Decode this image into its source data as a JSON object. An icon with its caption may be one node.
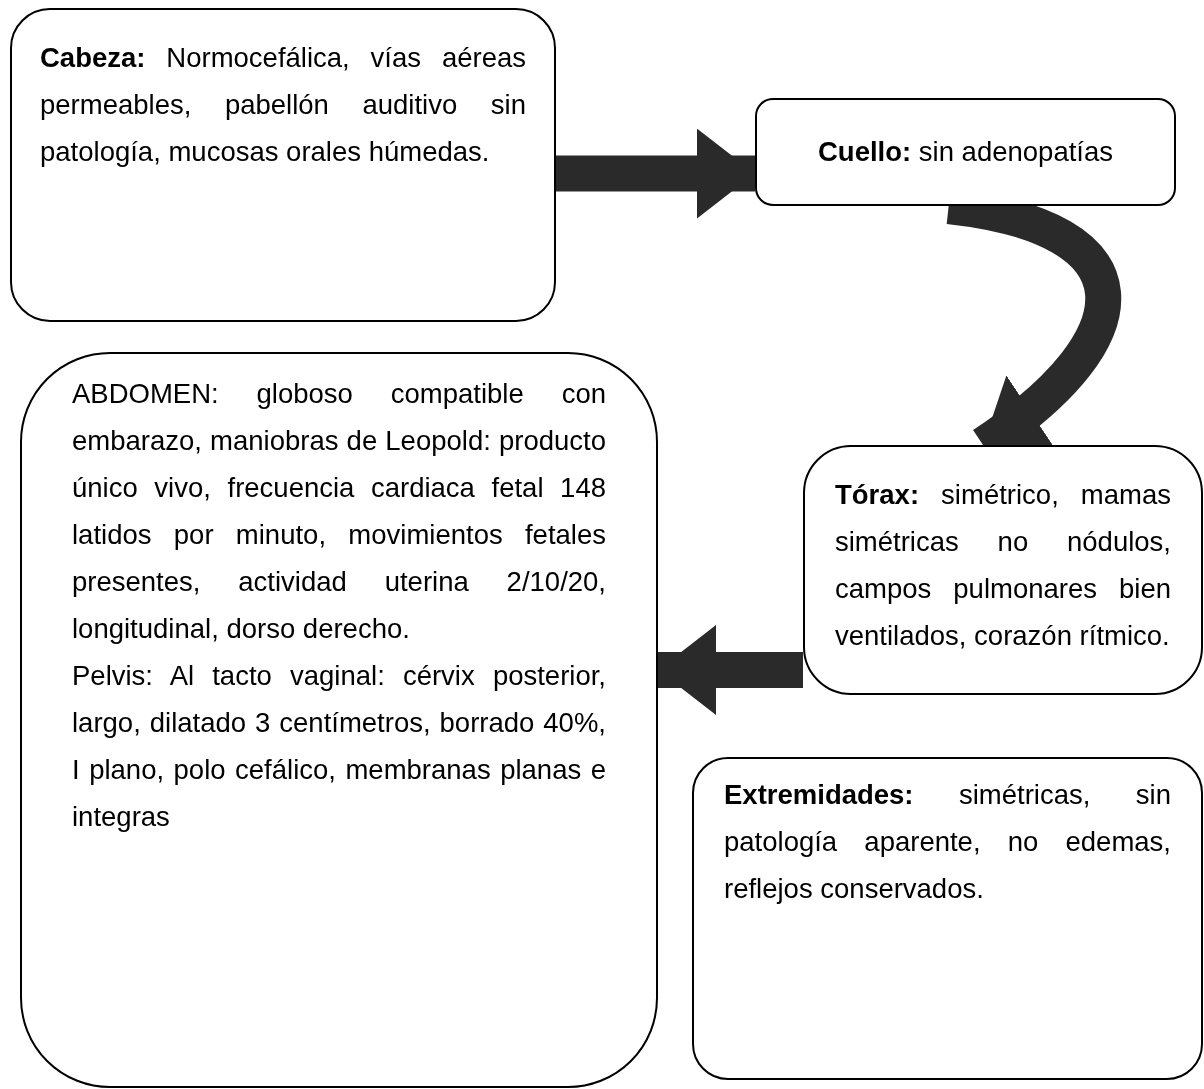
{
  "diagram": {
    "nodes": [
      {
        "text": [
          "**Cabeza:** Normocefálica, vías aéreas permeables, pabellón auditivo sin patología, mucosas orales húmedas."
        ]
      },
      {
        "text": [
          "**Cuello:** sin adenopatías"
        ]
      },
      {
        "text": [
          "**Tórax:** simétrico, mamas simétricas no nódulos, campos pulmonares bien ventilados, corazón rítmico."
        ]
      },
      {
        "text": [
          "**Extremidades:** simétricas, sin patología aparente, no edemas, reflejos conservados."
        ]
      },
      {
        "text": [
          "ABDOMEN: globoso compatible con embarazo, maniobras de Leopold: producto único vivo, frecuencia cardiaca fetal 148 latidos por minuto, movimientos fetales presentes, actividad uterina 2/10/20, longitudinal, dorso derecho.",
          "Pelvis: Al tacto vaginal: cérvix posterior, largo, dilatado 3 centímetros, borrado 40%, I plano, polo cefálico, membranas planas e integras"
        ]
      }
    ],
    "edges": [
      {
        "from": 0,
        "to": 1,
        "arrow": "to"
      },
      {
        "from": 1,
        "to": 2,
        "arrow": "to"
      },
      {
        "from": 2,
        "to": 4,
        "arrow": "to"
      }
    ]
  }
}
